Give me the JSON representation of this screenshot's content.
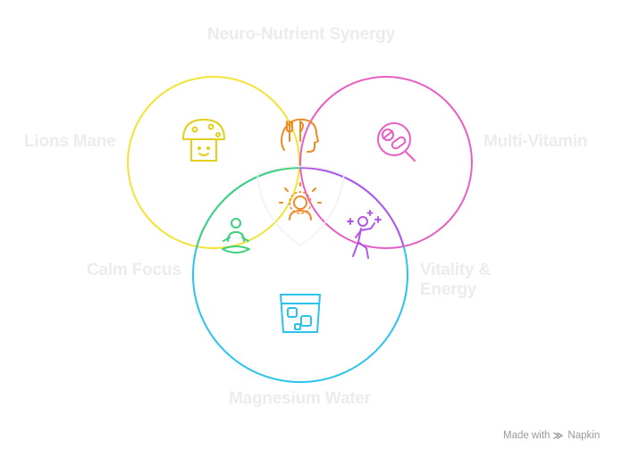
{
  "diagram": {
    "title": "Neuro-Nutrient Synergy",
    "sets": [
      {
        "id": "lions",
        "label": "Lions Mane",
        "color": "#f2e336",
        "icon": "mushroom-icon"
      },
      {
        "id": "multi",
        "label": "Multi-Vitamin",
        "color": "#e85ec4",
        "icon": "pills-icon"
      },
      {
        "id": "water",
        "label": "Magnesium Water",
        "color": "#2bc3ee",
        "icon": "glass-of-water-icon"
      }
    ],
    "intersections": [
      {
        "sets": [
          "lions",
          "multi"
        ],
        "icon": "brain-food-icon"
      },
      {
        "sets": [
          "lions",
          "water"
        ],
        "label": "Calm Focus",
        "color": "#3fd07e",
        "icon": "meditation-icon"
      },
      {
        "sets": [
          "multi",
          "water"
        ],
        "label": "Vitality & Energy",
        "color": "#b455ea",
        "icon": "energetic-person-icon"
      },
      {
        "sets": [
          "lions",
          "multi",
          "water"
        ],
        "icon": "enlightened-person-icon"
      }
    ],
    "outline_colors": {
      "lions_multi": "#f08a24",
      "center": "#f08a24"
    }
  },
  "watermark": {
    "text": "Made with",
    "brand": "Napkin"
  }
}
